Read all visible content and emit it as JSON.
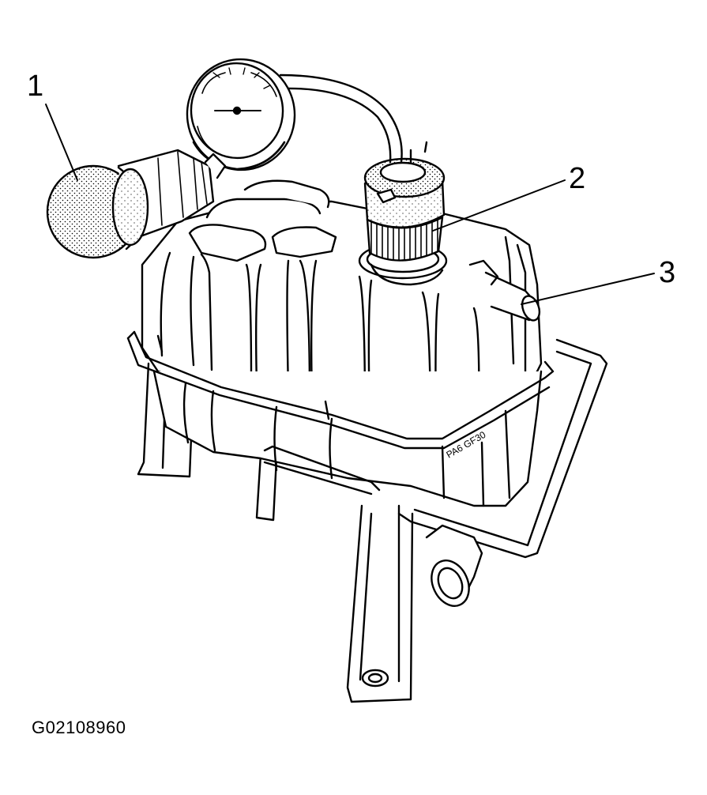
{
  "callouts": [
    {
      "number": "1"
    },
    {
      "number": "2"
    },
    {
      "number": "3"
    }
  ],
  "figure_code": "G02108960",
  "tank_marking": "PA6 GF30"
}
